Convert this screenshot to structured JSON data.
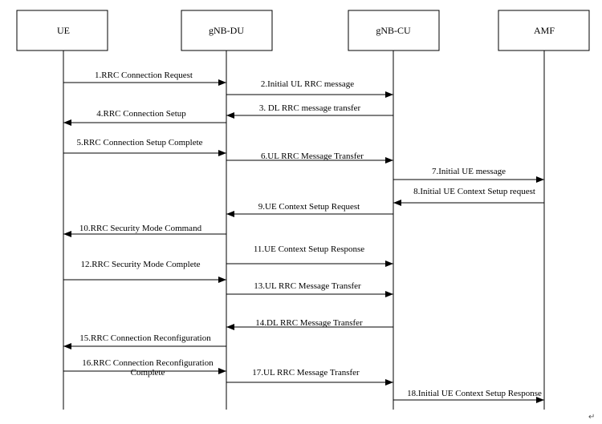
{
  "diagram": {
    "type": "sequence",
    "entities": [
      {
        "id": "ue",
        "label": "UE"
      },
      {
        "id": "du",
        "label": "gNB-DU"
      },
      {
        "id": "cu",
        "label": "gNB-CU"
      },
      {
        "id": "amf",
        "label": "AMF"
      }
    ],
    "messages": [
      {
        "from": "ue",
        "to": "du",
        "lines": [
          "1.RRC Connection Request"
        ]
      },
      {
        "from": "du",
        "to": "cu",
        "lines": [
          "2.Initial UL RRC message"
        ]
      },
      {
        "from": "cu",
        "to": "du",
        "lines": [
          "3. DL RRC message transfer"
        ]
      },
      {
        "from": "du",
        "to": "ue",
        "lines": [
          "4.RRC Connection Setup"
        ]
      },
      {
        "from": "ue",
        "to": "du",
        "lines": [
          "5.RRC Connection Setup Complete"
        ]
      },
      {
        "from": "du",
        "to": "cu",
        "lines": [
          "6.UL RRC Message Transfer"
        ]
      },
      {
        "from": "cu",
        "to": "amf",
        "lines": [
          "7.Initial UE message"
        ]
      },
      {
        "from": "amf",
        "to": "cu",
        "lines": [
          "8.Initial UE Context Setup request"
        ]
      },
      {
        "from": "cu",
        "to": "du",
        "lines": [
          "9.UE Context Setup Request"
        ]
      },
      {
        "from": "du",
        "to": "ue",
        "lines": [
          "10.RRC Security Mode Command"
        ]
      },
      {
        "from": "du",
        "to": "cu",
        "lines": [
          "11.UE Context Setup Response"
        ]
      },
      {
        "from": "ue",
        "to": "du",
        "lines": [
          "12.RRC Security Mode Complete"
        ]
      },
      {
        "from": "du",
        "to": "cu",
        "lines": [
          "13.UL RRC Message Transfer"
        ]
      },
      {
        "from": "cu",
        "to": "du",
        "lines": [
          "14.DL RRC Message Transfer"
        ]
      },
      {
        "from": "du",
        "to": "ue",
        "lines": [
          "15.RRC Connection Reconfiguration"
        ]
      },
      {
        "from": "ue",
        "to": "du",
        "lines": [
          "16.RRC Connection Reconfiguration",
          "Complete"
        ]
      },
      {
        "from": "du",
        "to": "cu",
        "lines": [
          "17.UL RRC Message Transfer"
        ]
      },
      {
        "from": "cu",
        "to": "amf",
        "lines": [
          "18.Initial UE Context Setup Response"
        ]
      }
    ],
    "paragraph_mark": "↵"
  }
}
